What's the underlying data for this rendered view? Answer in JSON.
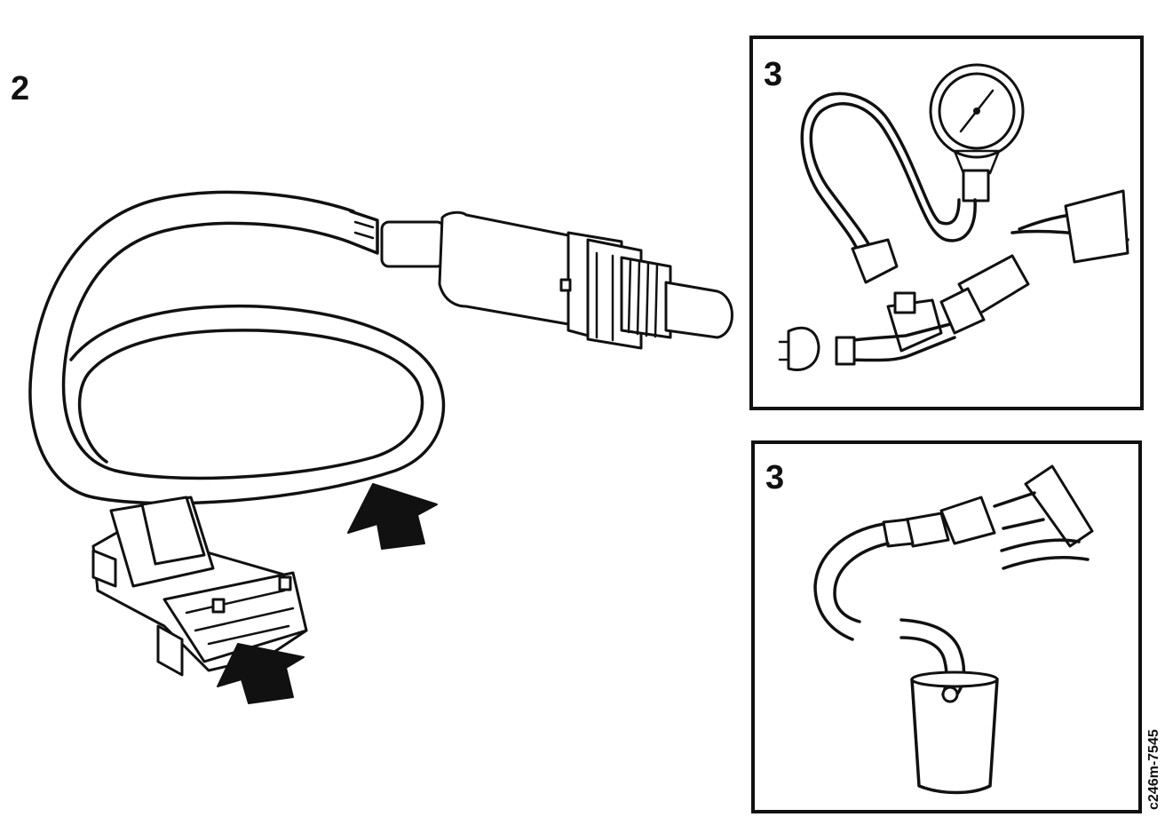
{
  "labels": {
    "main_step": "2",
    "panel_top_step": "3",
    "panel_bottom_step": "3",
    "figure_code": "c246m-7545"
  }
}
